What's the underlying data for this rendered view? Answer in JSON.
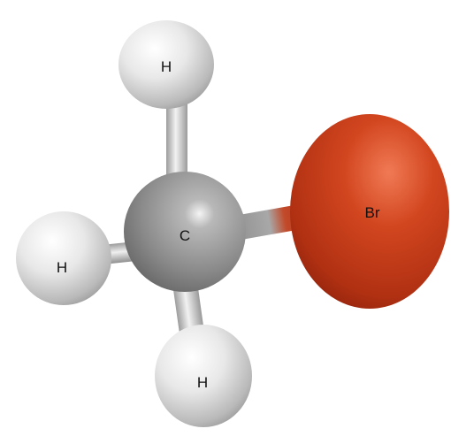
{
  "atoms": [
    {
      "id": "carbon",
      "symbol": "C",
      "element": "carbon",
      "color": "#8f8f8f"
    },
    {
      "id": "bromine",
      "symbol": "Br",
      "element": "bromine",
      "color": "#c8391f"
    },
    {
      "id": "hydrogen-top",
      "symbol": "H",
      "element": "hydrogen",
      "color": "#e6e6e6"
    },
    {
      "id": "hydrogen-left",
      "symbol": "H",
      "element": "hydrogen",
      "color": "#e6e6e6"
    },
    {
      "id": "hydrogen-bottom",
      "symbol": "H",
      "element": "hydrogen",
      "color": "#e6e6e6"
    }
  ]
}
